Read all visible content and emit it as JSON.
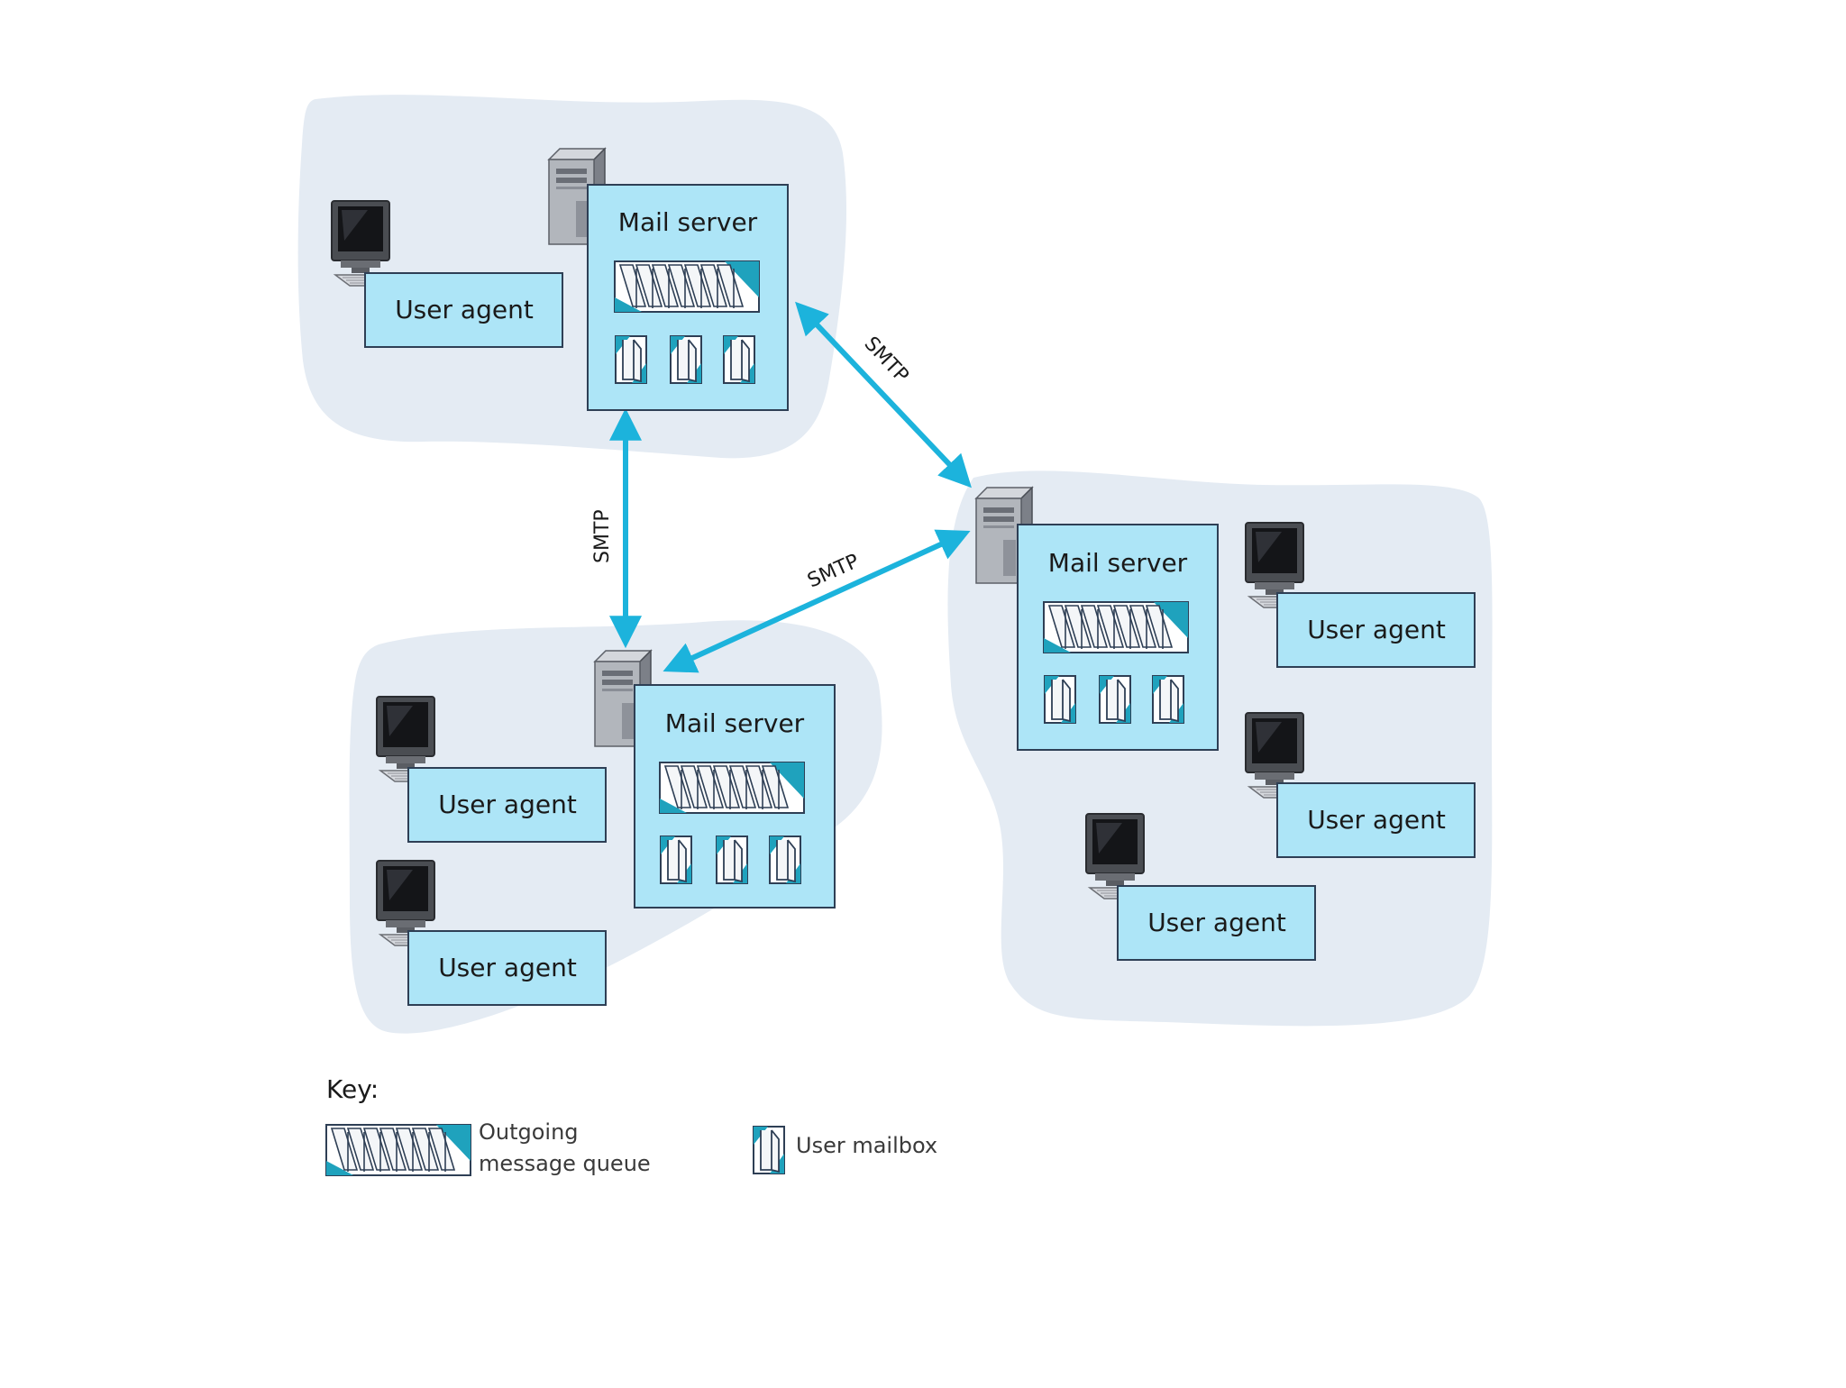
{
  "diagram": {
    "mail_server_label": "Mail server",
    "user_agent_label": "User agent",
    "protocol_label": "SMTP",
    "key": {
      "title": "Key:",
      "queue_label_line1": "Outgoing",
      "queue_label_line2": "message queue",
      "mailbox_label": "User mailbox"
    }
  },
  "colors": {
    "region_fill": "#e4ebf3",
    "box_fill": "#ade5f7",
    "box_stroke": "#2e3f55",
    "arrow": "#1cb3dc",
    "queue_accent": "#1fa2bd",
    "text": "#1a1a1a"
  }
}
